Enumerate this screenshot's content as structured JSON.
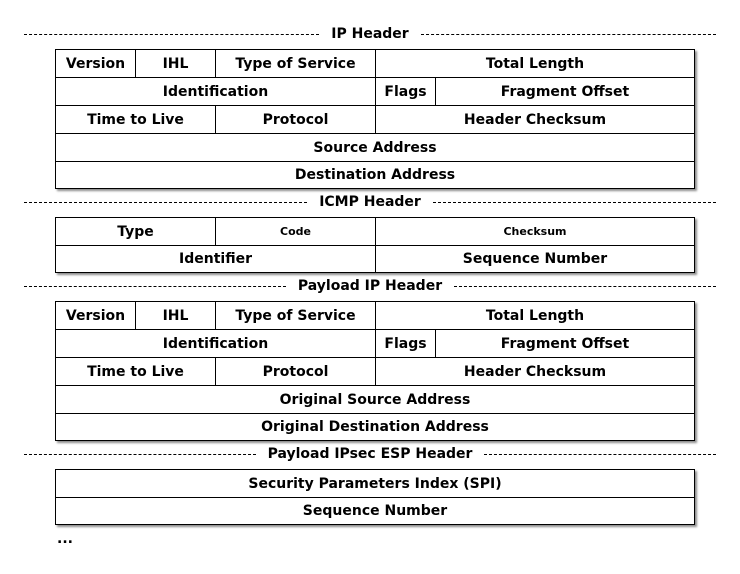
{
  "sections": {
    "ip_header": {
      "title": "IP Header",
      "rows": [
        [
          "Version",
          "IHL",
          "Type of Service",
          "Total Length"
        ],
        [
          "Identification",
          "Flags",
          "Fragment Offset"
        ],
        [
          "Time to Live",
          "Protocol",
          "Header Checksum"
        ],
        [
          "Source Address"
        ],
        [
          "Destination Address"
        ]
      ]
    },
    "icmp_header": {
      "title": "ICMP Header",
      "rows": [
        [
          "Type",
          "Code",
          "Checksum"
        ],
        [
          "Identifier",
          "Sequence Number"
        ]
      ]
    },
    "payload_ip_header": {
      "title": "Payload IP Header",
      "rows": [
        [
          "Version",
          "IHL",
          "Type of Service",
          "Total Length"
        ],
        [
          "Identification",
          "Flags",
          "Fragment Offset"
        ],
        [
          "Time to Live",
          "Protocol",
          "Header Checksum"
        ],
        [
          "Original Source Address"
        ],
        [
          "Original Destination Address"
        ]
      ]
    },
    "payload_esp_header": {
      "title": "Payload IPsec ESP Header",
      "rows": [
        [
          "Security Parameters Index (SPI)"
        ],
        [
          "Sequence Number"
        ]
      ]
    }
  },
  "continuation": "..."
}
